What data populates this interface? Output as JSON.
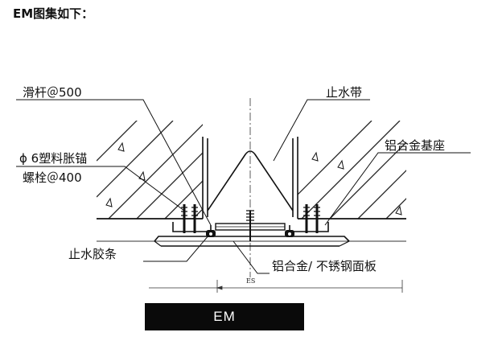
{
  "header": {
    "title": "EM图集如下："
  },
  "labels": {
    "slide_rod": "滑杆＠500",
    "water_band": "止水带",
    "base": "铝合金基座",
    "anchor_line1": "ϕ 6塑料胀锚",
    "anchor_line2": "螺栓＠400",
    "rubber_strip": "止水胶条",
    "cover_plate": "铝合金/ 不锈钢面板",
    "es": "ES"
  },
  "footer": {
    "model": "EM"
  }
}
